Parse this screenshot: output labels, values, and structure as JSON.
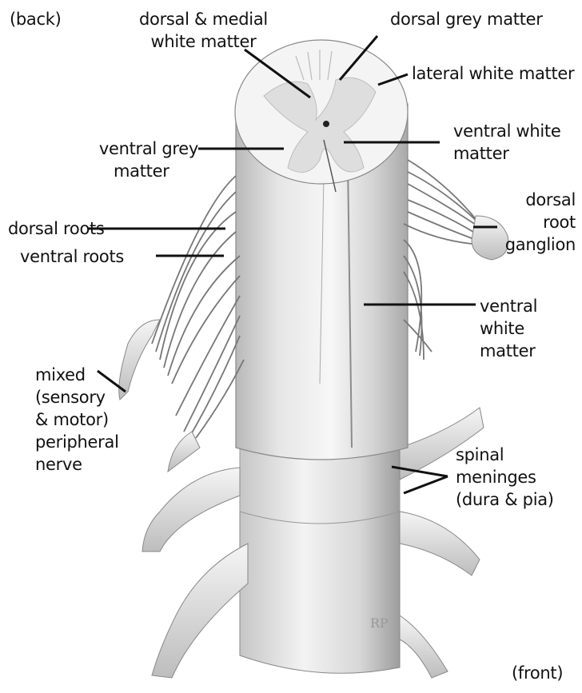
{
  "orientation": {
    "back": "(back)",
    "front": "(front)"
  },
  "labels": {
    "dorsal_medial_white_matter": [
      "dorsal & medial",
      "white matter"
    ],
    "dorsal_grey_matter": "dorsal grey matter",
    "lateral_white_matter": "lateral white matter",
    "ventral_grey_matter": [
      "ventral grey",
      "matter"
    ],
    "ventral_white_matter_top": [
      "ventral white",
      "matter"
    ],
    "dorsal_root_ganglion": [
      "dorsal",
      "root",
      "ganglion"
    ],
    "dorsal_roots": "dorsal roots",
    "ventral_roots": "ventral roots",
    "ventral_white_matter_mid": [
      "ventral",
      "white",
      "matter"
    ],
    "mixed_nerve": [
      "mixed",
      "(sensory",
      "& motor)",
      "peripheral",
      "nerve"
    ],
    "spinal_meninges": [
      "spinal",
      "meninges",
      "(dura & pia)"
    ]
  },
  "colors": {
    "ink": "#111111",
    "tissue_light": "#f2f2f2",
    "tissue_mid": "#d9d9d9",
    "tissue_dark": "#a8a8a8",
    "grey_matter": "#dcdcdc"
  }
}
